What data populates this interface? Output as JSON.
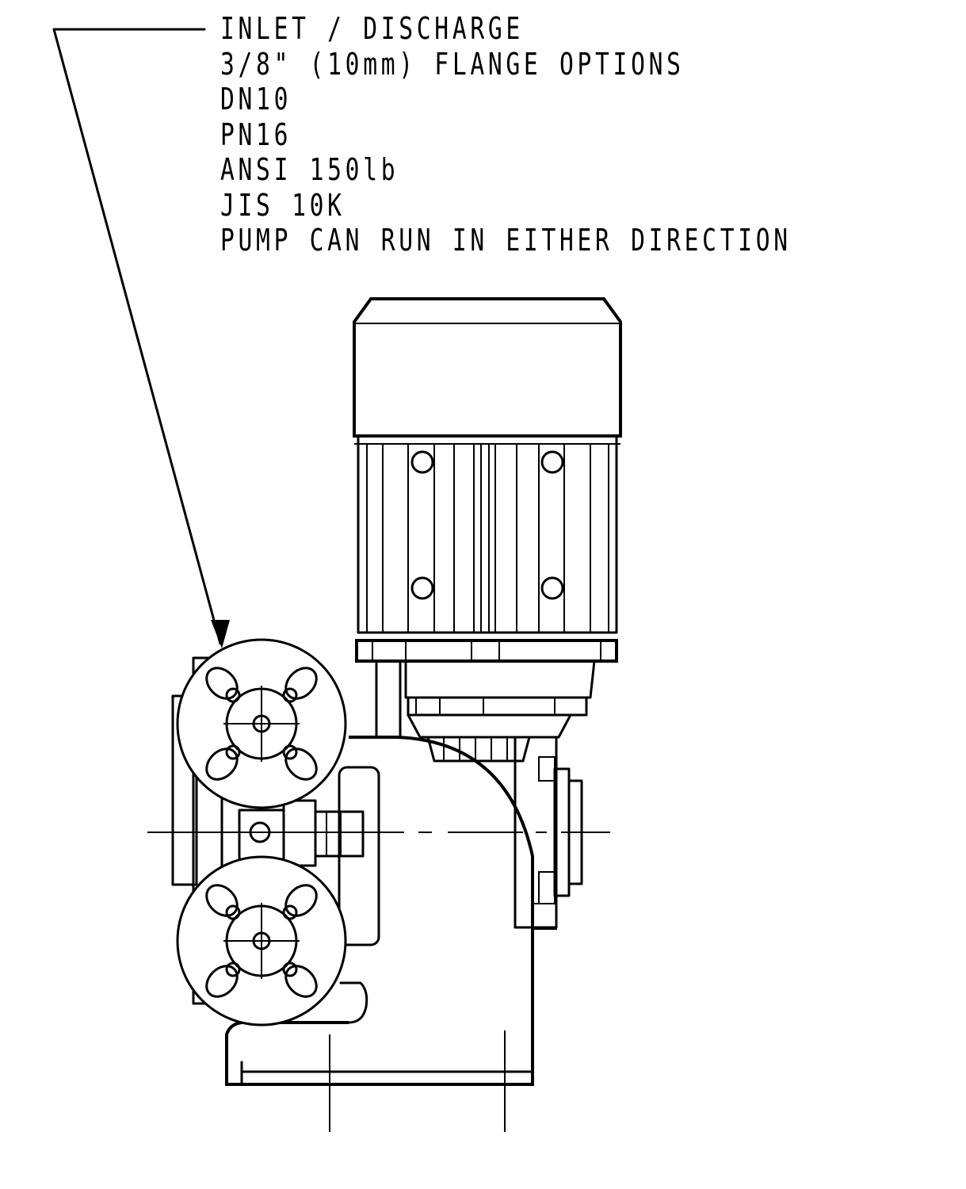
{
  "notes": {
    "lines": [
      "INLET / DISCHARGE",
      "3/8\" (10mm) FLANGE OPTIONS",
      "DN10",
      "PN16",
      "ANSI 150lb",
      "JIS 10K",
      "PUMP CAN RUN IN EITHER DIRECTION"
    ]
  }
}
